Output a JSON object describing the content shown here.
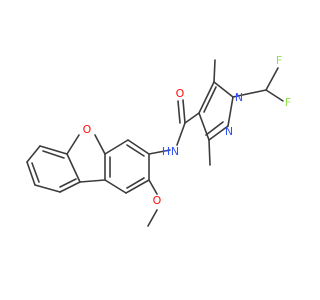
{
  "colors": {
    "bond": "#3c3c3c",
    "carbon": "#3c3c3c",
    "oxygen": "#ff0d0d",
    "nitrogen": "#3050f8",
    "fluorine": "#90e050"
  },
  "atoms": {
    "F1": "F",
    "F2": "F",
    "N1": "N",
    "N2": "N",
    "O_carbonyl": "O",
    "NH": "N",
    "H": "H",
    "O_furan": "O",
    "O_methoxy": "O"
  }
}
